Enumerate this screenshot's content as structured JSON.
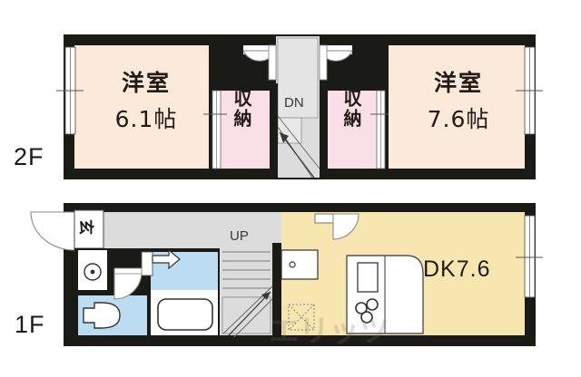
{
  "document": {
    "type": "residential-floor-plan",
    "floors": [
      {
        "id": "2F",
        "label": "2F",
        "rooms": [
          {
            "name": "洋室",
            "size": "6.1帖",
            "kind": "western-room",
            "color": "#fbe9da"
          },
          {
            "name": "収納",
            "kind": "closet",
            "color": "#f9dfe6"
          },
          {
            "name": "収納",
            "kind": "closet",
            "color": "#f9dfe6"
          },
          {
            "name": "洋室",
            "size": "7.6帖",
            "kind": "western-room",
            "color": "#fbe9da"
          }
        ],
        "stairs": {
          "label": "DN",
          "direction": "down"
        }
      },
      {
        "id": "1F",
        "label": "1F",
        "rooms": [
          {
            "name": "玄",
            "kind": "entrance",
            "color": "#e6e6e6"
          },
          {
            "name": "",
            "kind": "toilet",
            "color": "#bcdcf2"
          },
          {
            "name": "",
            "kind": "bath",
            "color": "#bcdcf2"
          },
          {
            "name": "DK7.6",
            "kind": "dining-kitchen",
            "color": "#f7e6b0"
          }
        ],
        "stairs": {
          "label": "UP",
          "direction": "up"
        }
      }
    ],
    "watermark": "エリッツ",
    "colors": {
      "wall": "#1a1a17",
      "room_peach": "#fbe9da",
      "closet_pink": "#f9dfe6",
      "corridor_gray": "#dcdcdc",
      "water_blue": "#bcdcf2",
      "kitchen_yellow": "#f7e6b0",
      "fixture_white": "#ffffff",
      "text": "#231a15"
    }
  }
}
